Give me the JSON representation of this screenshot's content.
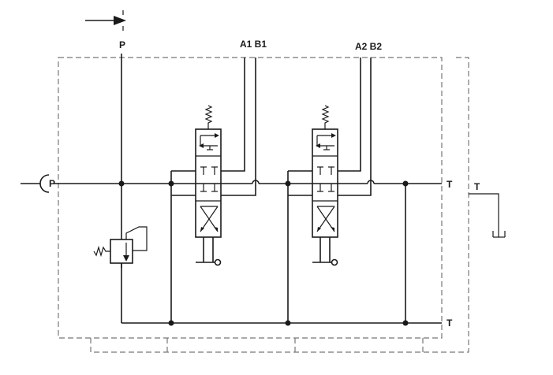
{
  "labels": {
    "pressure_top": "P",
    "pressure_inlet": "P",
    "port_a1_b1": "A1 B1",
    "port_a2_b2": "A2 B2",
    "tank_right": "T",
    "tank_bottom": "T",
    "tank_external": "T"
  },
  "colors": {
    "line": "#1a1a1a",
    "dashed_boundary": "#777777",
    "background": "#ffffff"
  },
  "symbols": {
    "flow_direction": "arrow-right-icon",
    "inlet_port": "port-connector-icon",
    "relief_valve": "pressure-relief-valve-icon",
    "valve_1": "directional-control-valve-icon",
    "valve_2": "directional-control-valve-icon",
    "tank": "tank-icon"
  }
}
